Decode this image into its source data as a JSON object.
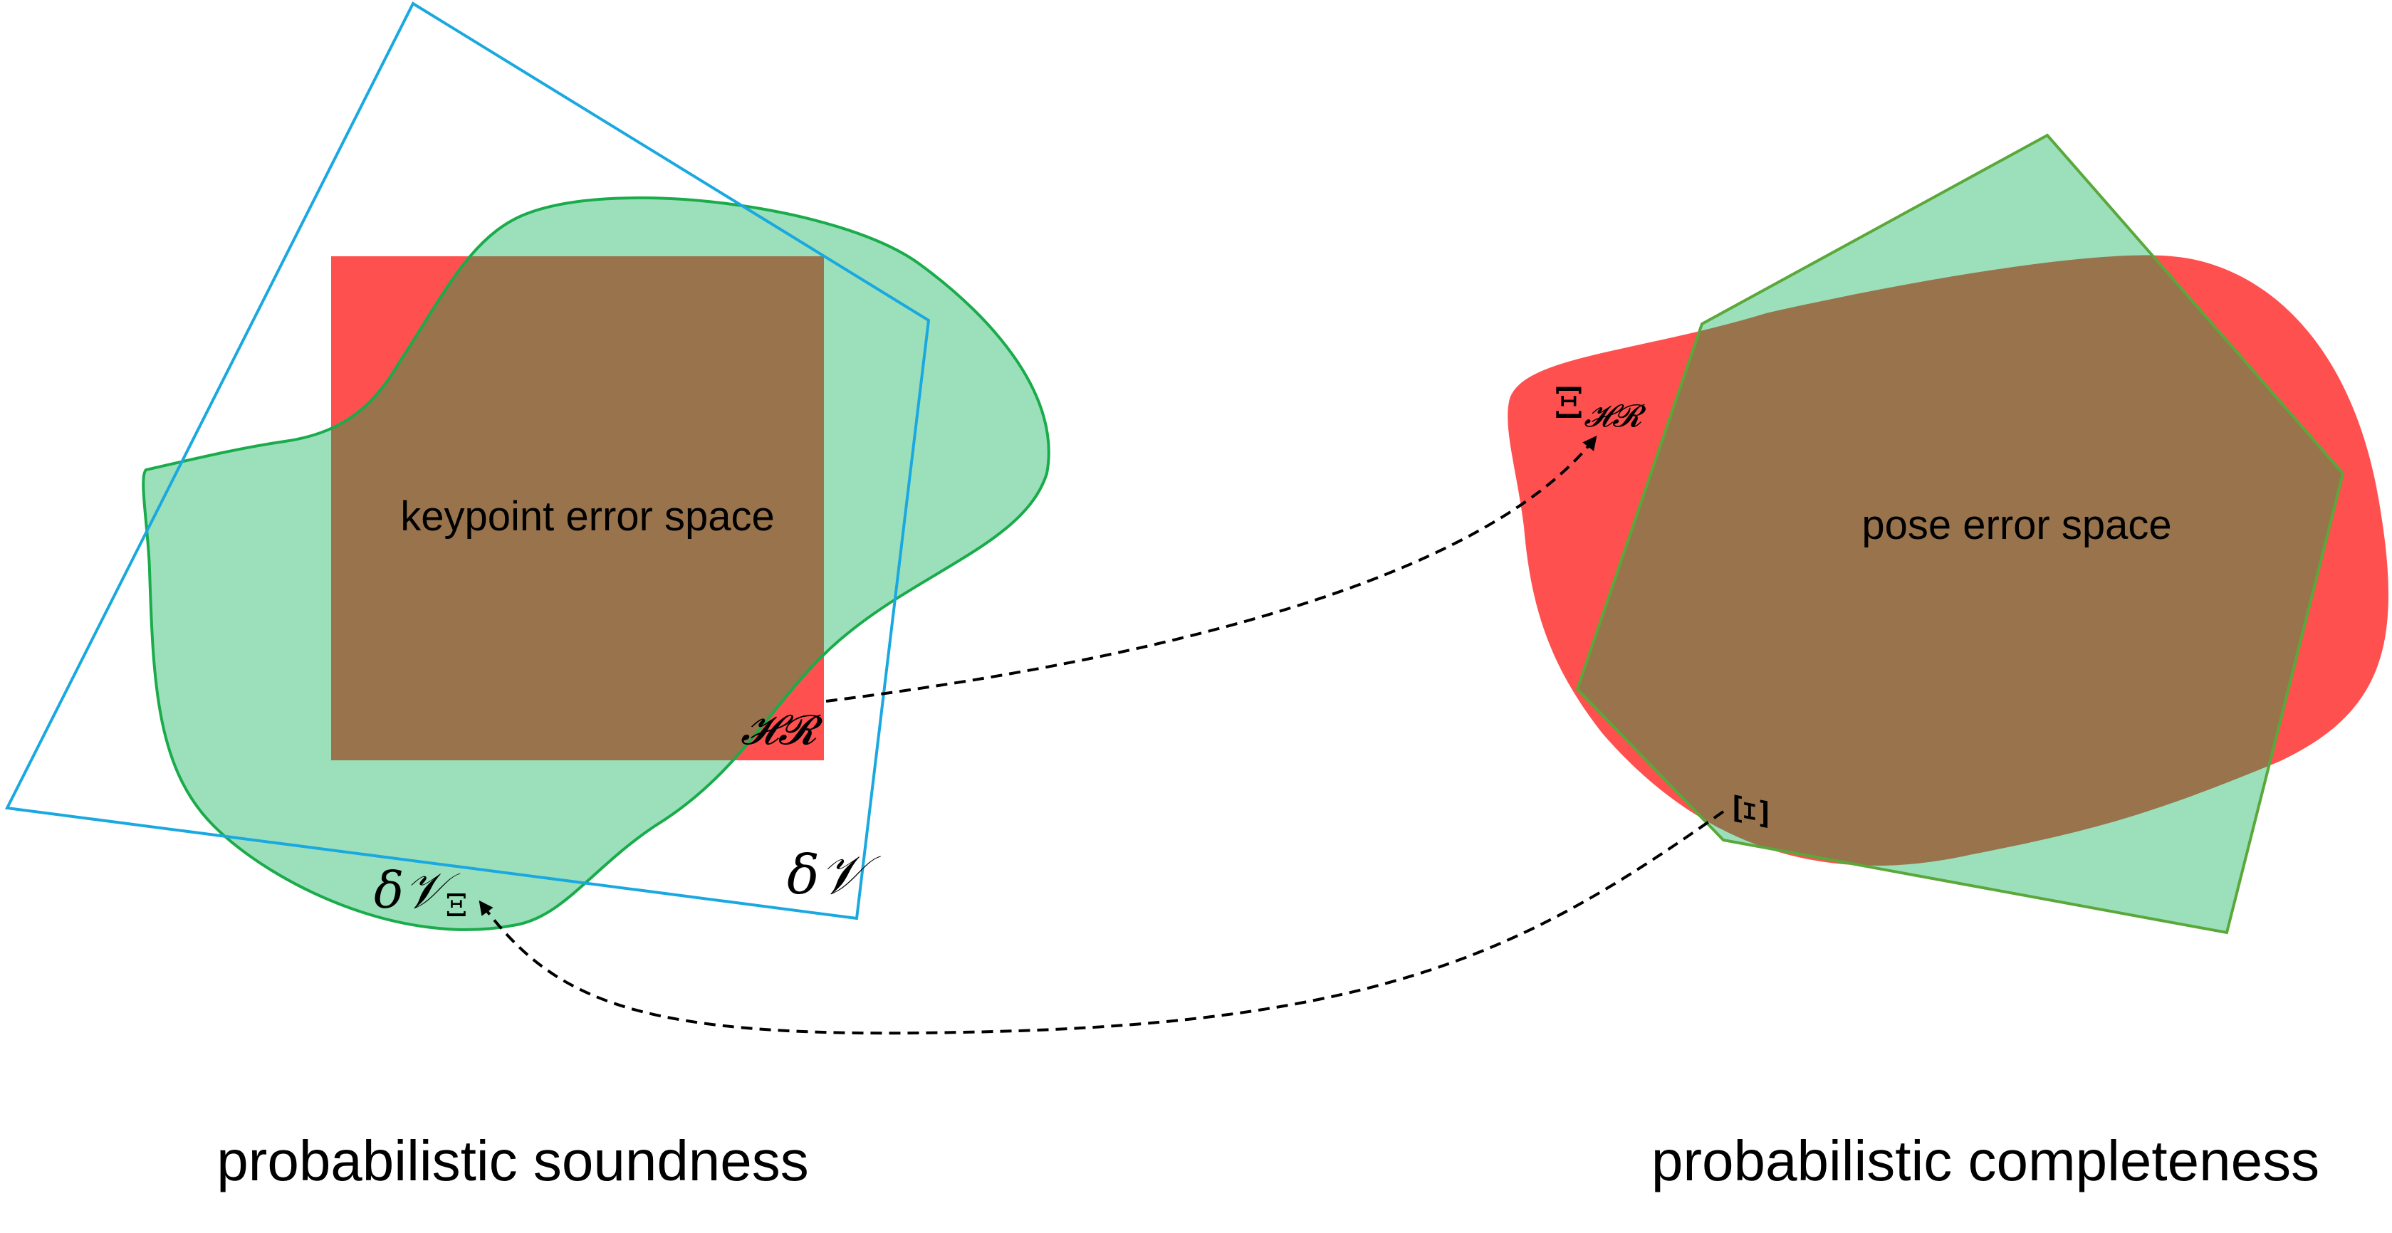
{
  "colors": {
    "background": "#ffffff",
    "red_region": "#ff5050",
    "green_fill": "#9be0bb",
    "green_stroke": "#1aab4a",
    "overlap_brown": "#98734c",
    "blue_stroke": "#1aa8e0",
    "pentagon_stroke": "#5aa83a",
    "arrow": "#000000"
  },
  "left_panel": {
    "center_label": "keypoint error space",
    "hr_label": "𝓗𝓡",
    "dv_label": "δ𝒱",
    "dv_xi_main": "δ𝒱",
    "dv_xi_sub": "Ξ",
    "caption": "probabilistic soundness"
  },
  "right_panel": {
    "center_label": "pose error space",
    "xi_hr_main": "Ξ",
    "xi_hr_sub": "𝓗𝓡",
    "xi_label": "Ξ",
    "caption": "probabilistic completeness"
  }
}
